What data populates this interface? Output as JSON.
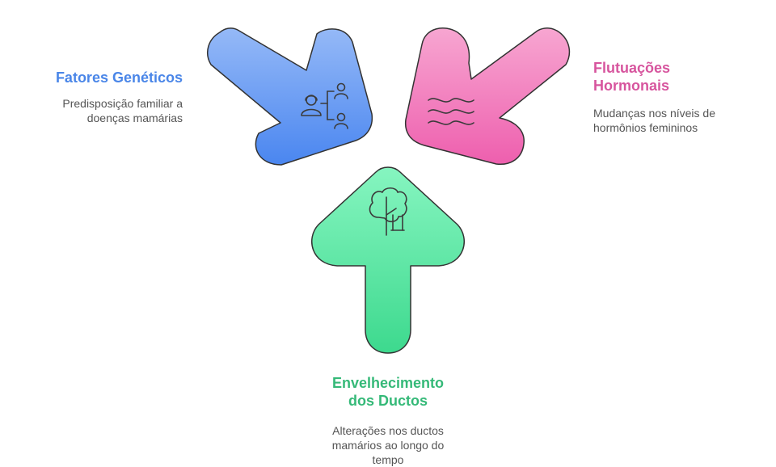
{
  "colors": {
    "genetic": "#4a86e8",
    "hormonal": "#d7559e",
    "aging": "#35b978",
    "description": "#555555",
    "icon_stroke": "#3b3b3b"
  },
  "factors": {
    "genetic": {
      "title": "Fatores Genéticos",
      "description_lines": [
        "Predisposição familiar a",
        "doenças mamárias"
      ],
      "icon": "family-tree-icon"
    },
    "hormonal": {
      "title_lines": [
        "Flutuações",
        "Hormonais"
      ],
      "description_lines": [
        "Mudanças nos níveis de",
        "hormônios femininos"
      ],
      "icon": "waves-icon"
    },
    "aging": {
      "title_lines": [
        "Envelhecimento",
        "dos Ductos"
      ],
      "description_lines": [
        "Alterações nos ductos",
        "mamários ao longo do",
        "tempo"
      ],
      "icon": "tree-icon"
    }
  }
}
